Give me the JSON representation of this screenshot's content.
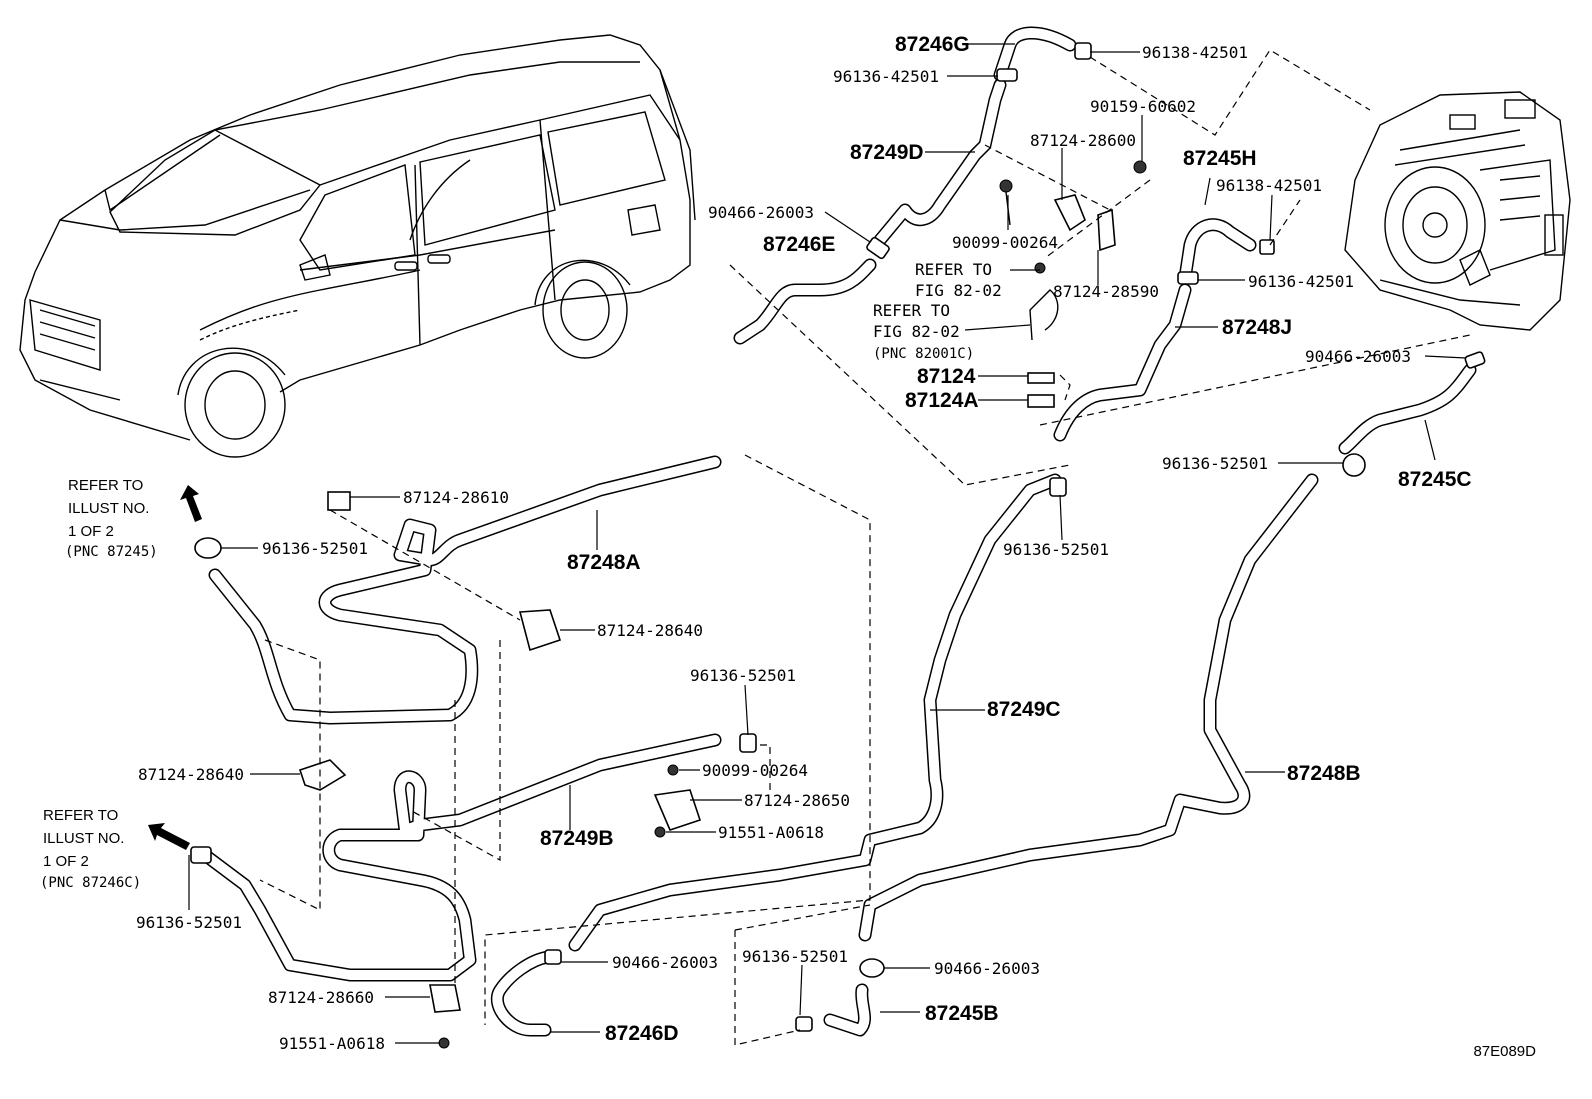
{
  "figure_id": "87E089D",
  "parts": [
    {
      "id": "p1",
      "label": "87246G",
      "main": true
    },
    {
      "id": "p2",
      "label": "96138-42501",
      "main": false
    },
    {
      "id": "p3",
      "label": "96136-42501",
      "main": false
    },
    {
      "id": "p4",
      "label": "90159-60602",
      "main": false
    },
    {
      "id": "p5",
      "label": "87249D",
      "main": true
    },
    {
      "id": "p6",
      "label": "87124-28600",
      "main": false
    },
    {
      "id": "p7",
      "label": "87245H",
      "main": true
    },
    {
      "id": "p8",
      "label": "96138-42501",
      "main": false
    },
    {
      "id": "p9",
      "label": "90466-26003",
      "main": false
    },
    {
      "id": "p10",
      "label": "87246E",
      "main": true
    },
    {
      "id": "p11",
      "label": "90099-00264",
      "main": false
    },
    {
      "id": "p12",
      "label": "96136-42501",
      "main": false
    },
    {
      "id": "p13",
      "label": "87124-28590",
      "main": false
    },
    {
      "id": "p14",
      "label": "87248J",
      "main": true
    },
    {
      "id": "p15",
      "label": "90466-26003",
      "main": false
    },
    {
      "id": "p16",
      "label": "87124",
      "main": true
    },
    {
      "id": "p17",
      "label": "87124A",
      "main": true
    },
    {
      "id": "p18",
      "label": "96136-52501",
      "main": false
    },
    {
      "id": "p19",
      "label": "87245C",
      "main": true
    },
    {
      "id": "p20",
      "label": "87124-28610",
      "main": false
    },
    {
      "id": "p21",
      "label": "96136-52501",
      "main": false
    },
    {
      "id": "p22",
      "label": "87248A",
      "main": true
    },
    {
      "id": "p23",
      "label": "96136-52501",
      "main": false
    },
    {
      "id": "p24",
      "label": "87124-28640",
      "main": false
    },
    {
      "id": "p25",
      "label": "96136-52501",
      "main": false
    },
    {
      "id": "p26",
      "label": "87249C",
      "main": true
    },
    {
      "id": "p27",
      "label": "87124-28640",
      "main": false
    },
    {
      "id": "p28",
      "label": "90099-00264",
      "main": false
    },
    {
      "id": "p29",
      "label": "87248B",
      "main": true
    },
    {
      "id": "p30",
      "label": "87124-28650",
      "main": false
    },
    {
      "id": "p31",
      "label": "87249B",
      "main": true
    },
    {
      "id": "p32",
      "label": "91551-A0618",
      "main": false
    },
    {
      "id": "p33",
      "label": "96136-52501",
      "main": false
    },
    {
      "id": "p34",
      "label": "96136-52501",
      "main": false
    },
    {
      "id": "p35",
      "label": "90466-26003",
      "main": false
    },
    {
      "id": "p36",
      "label": "90466-26003",
      "main": false
    },
    {
      "id": "p37",
      "label": "87124-28660",
      "main": false
    },
    {
      "id": "p38",
      "label": "87245B",
      "main": true
    },
    {
      "id": "p39",
      "label": "91551-A0618",
      "main": false
    },
    {
      "id": "p40",
      "label": "87246D",
      "main": true
    }
  ],
  "notes": {
    "refer_fig_top": [
      "REFER TO",
      "FIG 82-02"
    ],
    "refer_fig_mid": [
      "REFER TO",
      "FIG 82-02"
    ],
    "refer_fig_mid_pnc": "(PNC 82001C)",
    "refer_illust_1": [
      "REFER TO",
      "ILLUST NO.",
      "1 OF 2"
    ],
    "refer_illust_1_pnc": "(PNC 87245)",
    "refer_illust_2": [
      "REFER TO",
      "ILLUST NO.",
      "1 OF 2"
    ],
    "refer_illust_2_pnc": "(PNC 87246C)"
  }
}
